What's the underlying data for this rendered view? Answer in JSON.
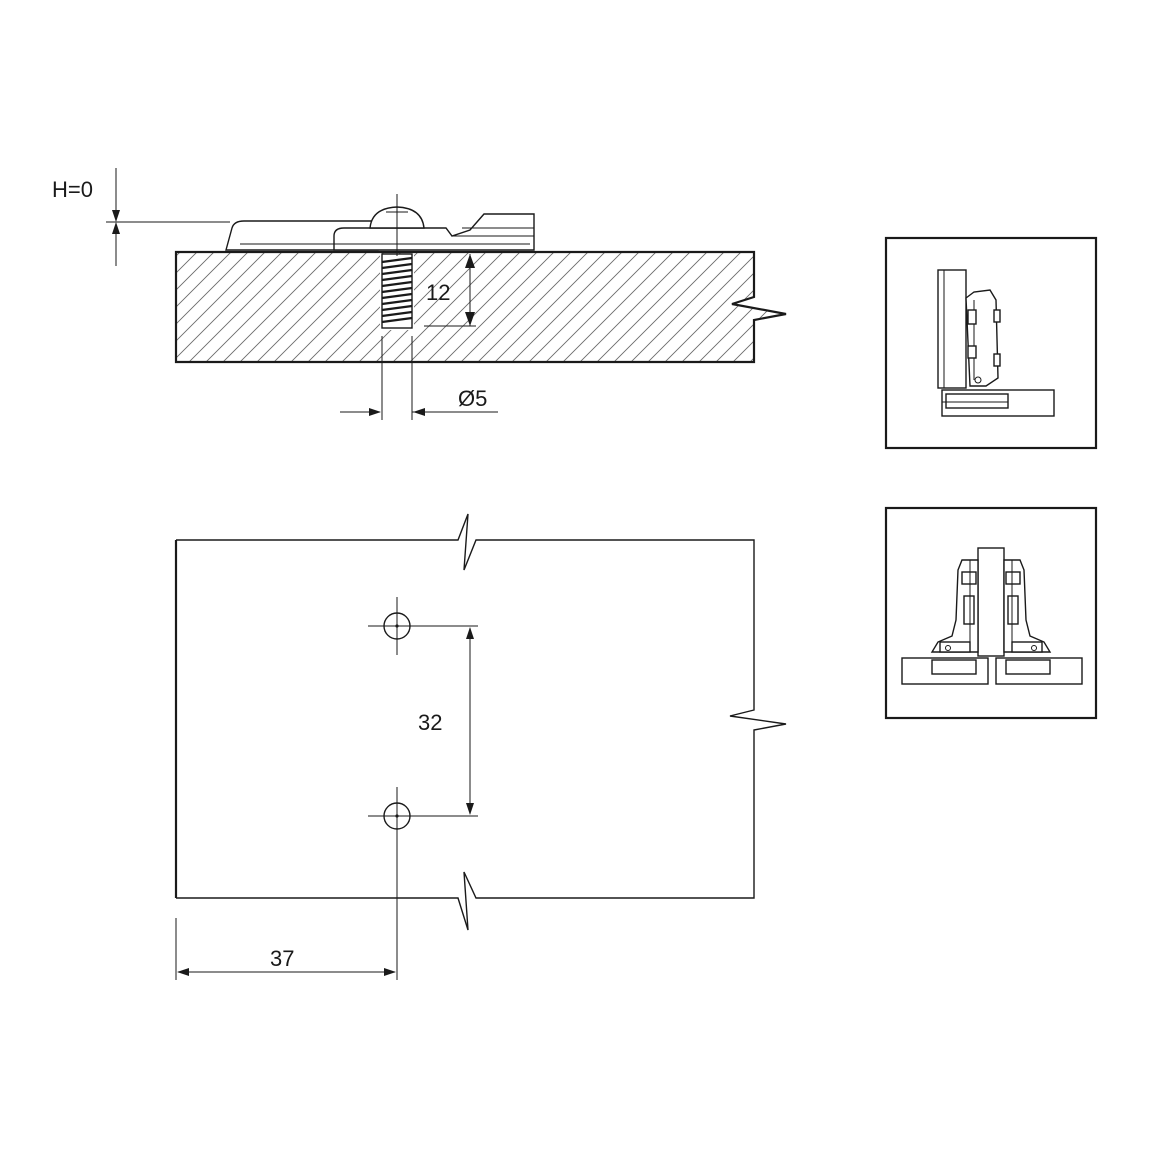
{
  "dimensions": {
    "height_offset": "H=0",
    "screw_depth": "12",
    "hole_diameter": "Ø5",
    "hole_spacing": "32",
    "edge_distance": "37"
  },
  "icons": {
    "side_view": "hinge-side-view-icon",
    "double_view": "hinge-double-view-icon"
  },
  "colors": {
    "line": "#1a1a1a",
    "background": "#ffffff"
  }
}
